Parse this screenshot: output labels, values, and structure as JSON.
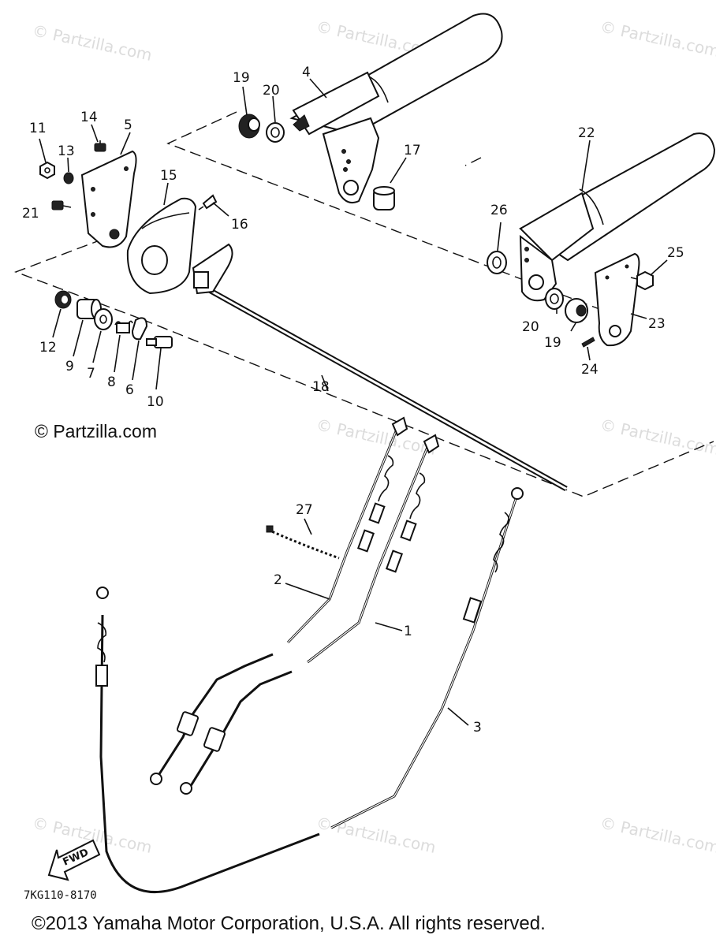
{
  "watermark": "© Partzilla.com",
  "credit_text": "© Partzilla.com",
  "drawing_number": "7KG110-8170",
  "copyright": "©2013  Yamaha Motor Corporation, U.S.A. All rights reserved.",
  "fwd_label": "FWD",
  "callouts": [
    {
      "id": "c19a",
      "label": "19"
    },
    {
      "id": "c20a",
      "label": "20"
    },
    {
      "id": "c4",
      "label": "4"
    },
    {
      "id": "c11",
      "label": "11"
    },
    {
      "id": "c14",
      "label": "14"
    },
    {
      "id": "c5",
      "label": "5"
    },
    {
      "id": "c13",
      "label": "13"
    },
    {
      "id": "c21",
      "label": "21"
    },
    {
      "id": "c15",
      "label": "15"
    },
    {
      "id": "c16",
      "label": "16"
    },
    {
      "id": "c17",
      "label": "17"
    },
    {
      "id": "c22",
      "label": "22"
    },
    {
      "id": "c26",
      "label": "26"
    },
    {
      "id": "c25",
      "label": "25"
    },
    {
      "id": "c20b",
      "label": "20"
    },
    {
      "id": "c19b",
      "label": "19"
    },
    {
      "id": "c23",
      "label": "23"
    },
    {
      "id": "c24",
      "label": "24"
    },
    {
      "id": "c12",
      "label": "12"
    },
    {
      "id": "c9",
      "label": "9"
    },
    {
      "id": "c7",
      "label": "7"
    },
    {
      "id": "c8",
      "label": "8"
    },
    {
      "id": "c6",
      "label": "6"
    },
    {
      "id": "c10",
      "label": "10"
    },
    {
      "id": "c18",
      "label": "18"
    },
    {
      "id": "c27",
      "label": "27"
    },
    {
      "id": "c2",
      "label": "2"
    },
    {
      "id": "c1",
      "label": "1"
    },
    {
      "id": "c3",
      "label": "3"
    }
  ]
}
